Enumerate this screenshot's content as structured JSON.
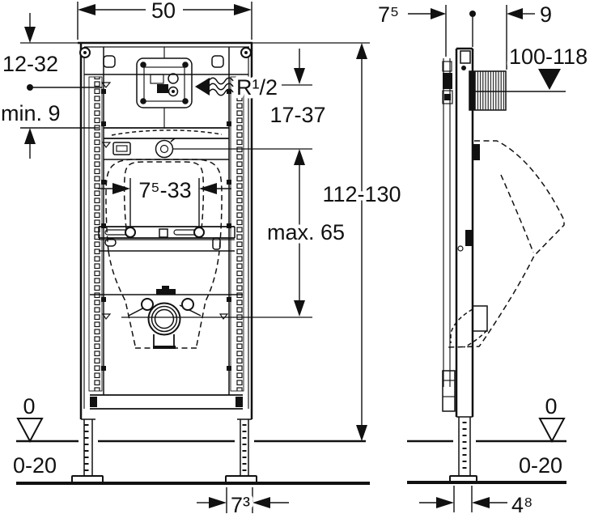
{
  "front_view": {
    "width_top": "50",
    "supply_offset": "12-32",
    "supply_min": "min. 9",
    "supply_thread": "R¹/2",
    "valve_depth": "17-37",
    "frame_height": "112-130",
    "drain_max": "max. 65",
    "flushpipe_adjust": "7⁵-33",
    "floor_datum": "0",
    "floor_buildup": "0-20",
    "leg_width": "7³"
  },
  "side_view": {
    "profile_depth": "7⁵",
    "wall_offset": "9",
    "outlet_height": "100-118",
    "floor_datum": "0",
    "floor_buildup": "0-20",
    "foot_depth": "4⁸"
  },
  "colors": {
    "line": "#111111",
    "background": "#ffffff"
  }
}
